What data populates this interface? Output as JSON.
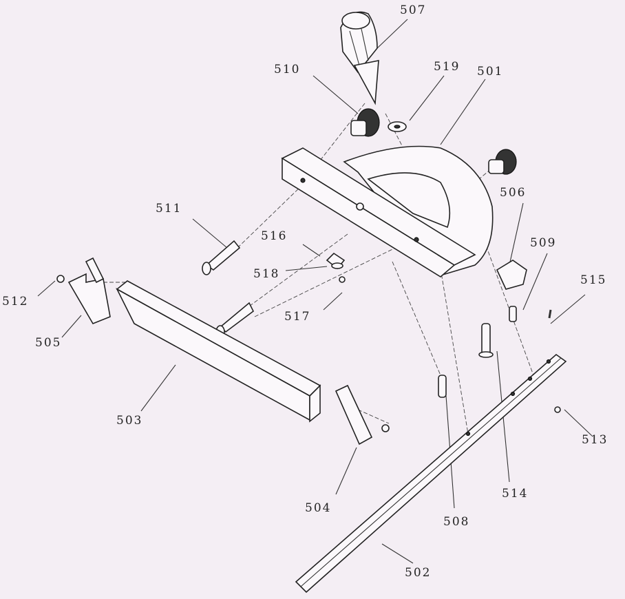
{
  "diagram": {
    "part_labels": {
      "p501": "501",
      "p502": "502",
      "p503": "503",
      "p504": "504",
      "p505": "505",
      "p506": "506",
      "p507": "507",
      "p508": "508",
      "p509": "509",
      "p510": "510",
      "p511": "511",
      "p512": "512",
      "p513": "513",
      "p514": "514",
      "p515": "515",
      "p516": "516",
      "p517": "517",
      "p518": "518",
      "p519": "519"
    }
  }
}
